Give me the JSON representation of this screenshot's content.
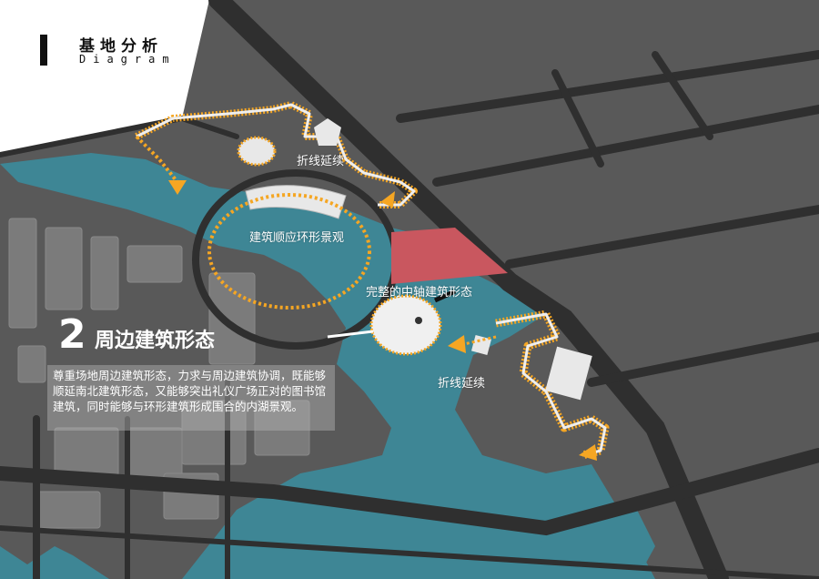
{
  "header": {
    "title": "基地分析",
    "subtitle": "Diagram"
  },
  "section": {
    "number": "2",
    "title": "周边建筑形态"
  },
  "description": "尊重场地周边建筑形态，力求与周边建筑协调，既能够顺延南北建筑形态，又能够突出礼仪广场正对的图书馆建筑，同时能够与环形建筑形成围合的内湖景观。",
  "labels": {
    "fold_north": "折线延续",
    "ring": "建筑顺应环形景观",
    "axis": "完整的中轴建筑形态",
    "fold_south": "折线延续"
  },
  "colors": {
    "background": "#595959",
    "road": "#2f2f2f",
    "water": "#3e8695",
    "building": "#e8e8e8",
    "highlight": "#c9575f",
    "arrow": "#f5a623"
  }
}
